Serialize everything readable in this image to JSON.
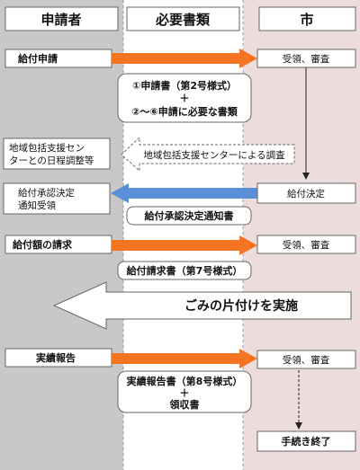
{
  "headers": {
    "applicant": "申請者",
    "documents": "必要書類",
    "city": "市"
  },
  "steps": {
    "apply": "給付申請",
    "receive_review_1": "受領、審査",
    "doc_application_1": "①申請書（第2号様式）",
    "doc_plus_1": "＋",
    "doc_application_2": "②～⑥申請に必要な書類",
    "schedule_line1": "地域包括支援セン",
    "schedule_line2": "ターとの日程調整等",
    "survey": "地域包括支援センターによる調査",
    "approval_line1": "給付承認決定",
    "approval_line2": "通知受領",
    "decision": "給付決定",
    "notice_doc": "給付承認決定通知書",
    "claim": "給付額の請求",
    "receive_review_2": "受領、審査",
    "claim_doc": "給付請求書（第7号様式）",
    "cleanup": "ごみの片付けを実施",
    "report": "実績報告",
    "receive_review_3": "受領、審査",
    "report_doc_1": "実績報告書（第8号様式）",
    "report_doc_plus": "＋",
    "report_doc_2": "領収書",
    "end": "手続き終了"
  },
  "colors": {
    "applicant_lane": "#c8c8c8",
    "documents_lane": "#ffffff",
    "city_lane": "#ecdcdc",
    "orange_arrow": "#f4741f",
    "blue_arrow": "#5b8fd8",
    "box_border": "#666666"
  }
}
